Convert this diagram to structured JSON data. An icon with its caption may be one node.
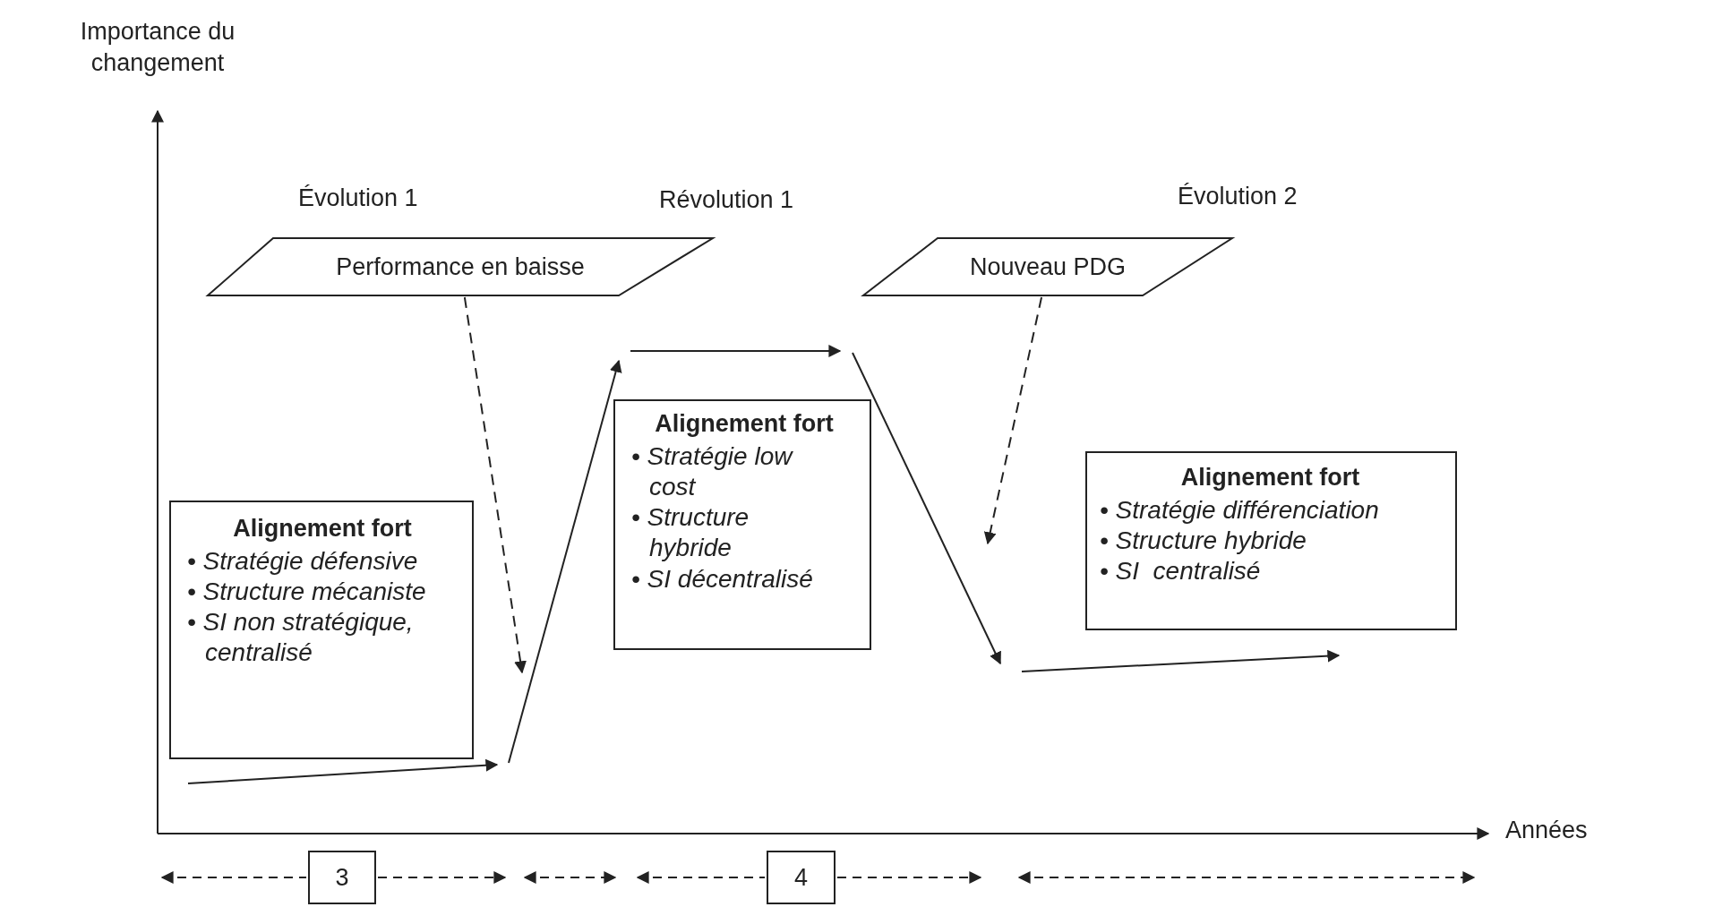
{
  "diagram": {
    "nodes": [
      {
        "text": [
          "Performance en baisse"
        ]
      },
      {
        "text": [
          "Nouveau PDG"
        ]
      },
      {
        "text": [
          "Alignement fort",
          "• Stratégie défensive",
          "• Structure mécaniste",
          "• SI non stratégique, centralisé"
        ]
      },
      {
        "text": [
          "Alignement fort",
          "• Stratégie low cost",
          "• Structure hybride",
          "• SI décentralisé"
        ]
      },
      {
        "text": [
          "Alignement fort",
          "• Stratégie différenciation",
          "• Structure hybride",
          "• SI  centralisé"
        ]
      },
      {
        "text": [
          "3"
        ]
      },
      {
        "text": [
          "4"
        ]
      }
    ],
    "edges": [
      {
        "from": 0,
        "to": null,
        "arrow": "to",
        "style": "dashed"
      },
      {
        "from": 1,
        "to": null,
        "arrow": "to",
        "style": "dashed"
      }
    ],
    "labels": [
      "Importance du changement",
      "Évolution 1",
      "Révolution 1",
      "Évolution 2",
      "Années"
    ]
  }
}
